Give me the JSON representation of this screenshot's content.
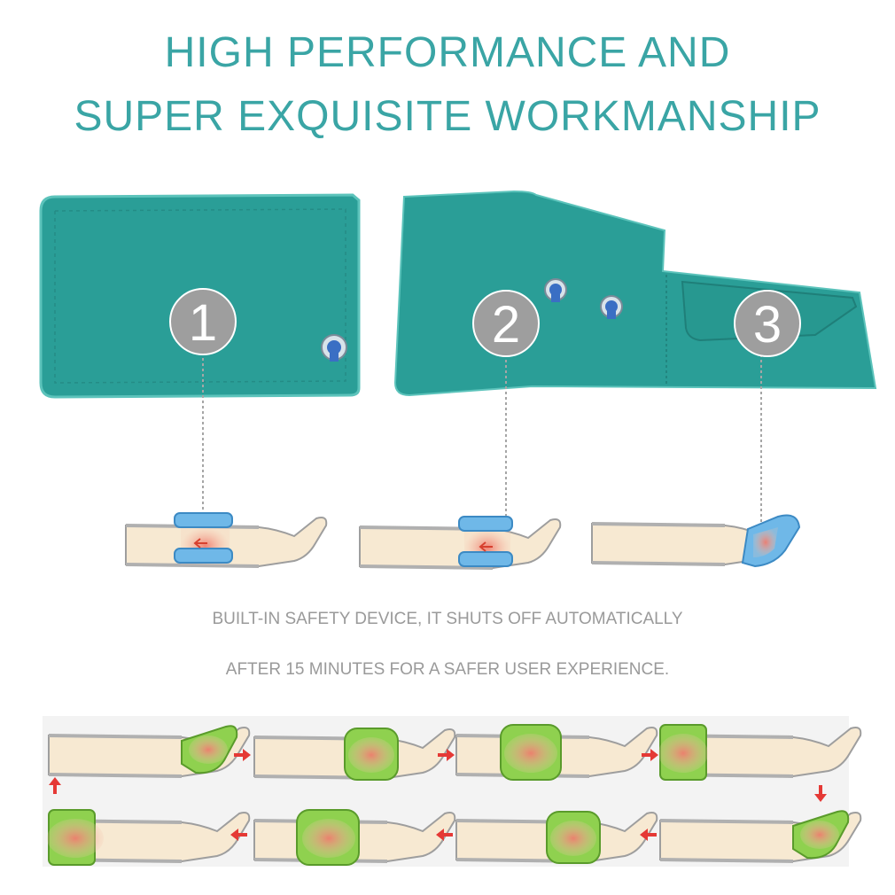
{
  "headline": {
    "line1": "HIGH PERFORMANCE AND",
    "line2": "SUPER EXQUISITE WORKMANSHIP"
  },
  "badges": [
    "1",
    "2",
    "3"
  ],
  "caption": {
    "line1": "BUILT-IN SAFETY DEVICE,  IT SHUTS OFF AUTOMATICALLY",
    "line2": "AFTER 15 MINUTES FOR A SAFER USER EXPERIENCE."
  },
  "colors": {
    "accent_text": "#3aa5a5",
    "cuff_fabric": "#2a9e97",
    "caption_text": "#9a9a9a",
    "badge": "#9e9e9e",
    "arrow": "#e53935",
    "green_chamber": "#8fd14f",
    "blue_chamber": "#6fb8e8"
  },
  "icons": [
    "air-valve-icon",
    "red-arrow-icon"
  ]
}
